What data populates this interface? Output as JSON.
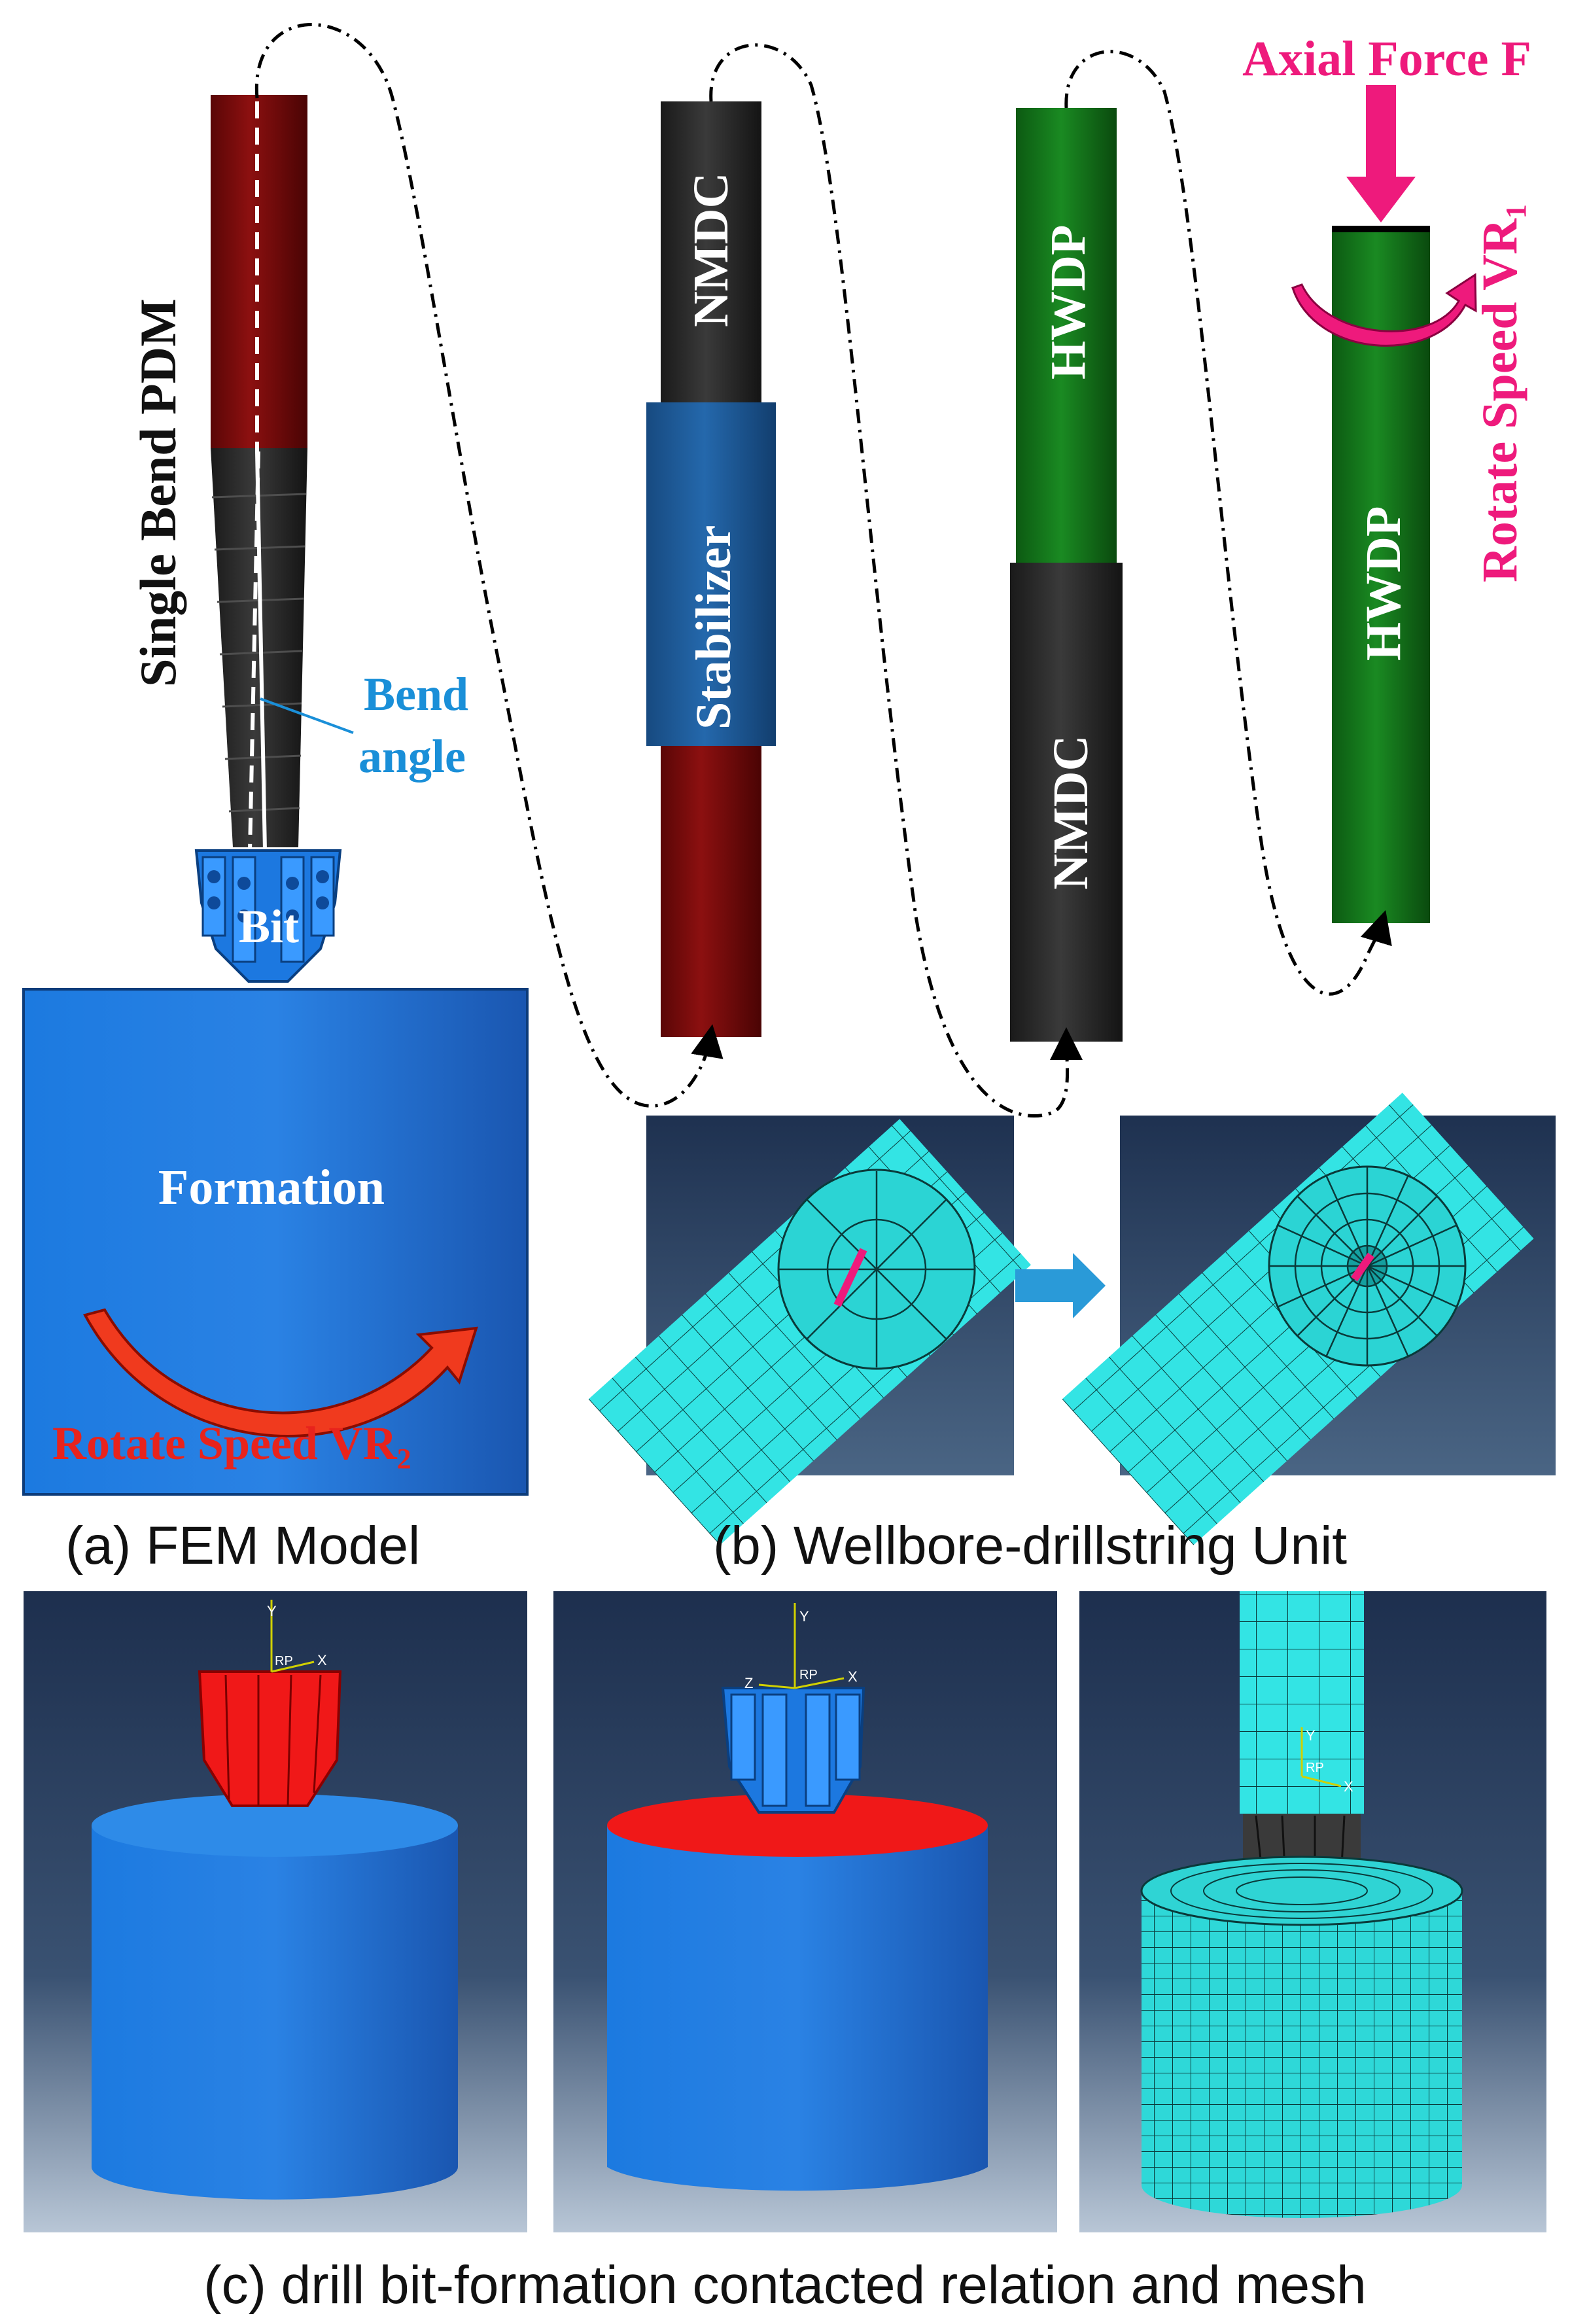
{
  "panel_a": {
    "caption": "(a) FEM Model",
    "pdm_label": "Single Bend PDM",
    "bend_label_line1": "Bend",
    "bend_label_line2": "angle",
    "bit_label": "Bit",
    "formation_label": "Formation",
    "rotate_label_main": "Rotate Speed VR",
    "rotate_label_sub": "2"
  },
  "panel_b": {
    "caption": "(b) Wellbore-drillstring Unit",
    "col1_upper": "NMDC",
    "col1_middle": "Stabilizer",
    "col2_upper": "HWDP",
    "col2_lower": "NMDC",
    "col3_body": "HWDP",
    "axial_force_label": "Axial Force F",
    "rotate_label_main": "Rotate Speed VR",
    "rotate_label_sub": "1"
  },
  "panel_c": {
    "caption": "(c) drill bit-formation contacted relation and mesh",
    "triad_y": "Y",
    "triad_x": "X",
    "triad_z": "Z",
    "triad_rp": "RP"
  },
  "colors": {
    "maroon": "#7a0a0a",
    "dark_pipe": "#2a2a2a",
    "green_pipe": "#137a1a",
    "blue_solid": "#1f6fcf",
    "stabilizer_blue": "#1d5a96",
    "cyan_mesh": "#2ee6e6",
    "label_blue": "#1a8fd8",
    "magenta": "#ee1a7c",
    "red": "#e8231c",
    "navy_bg": "#213553"
  }
}
